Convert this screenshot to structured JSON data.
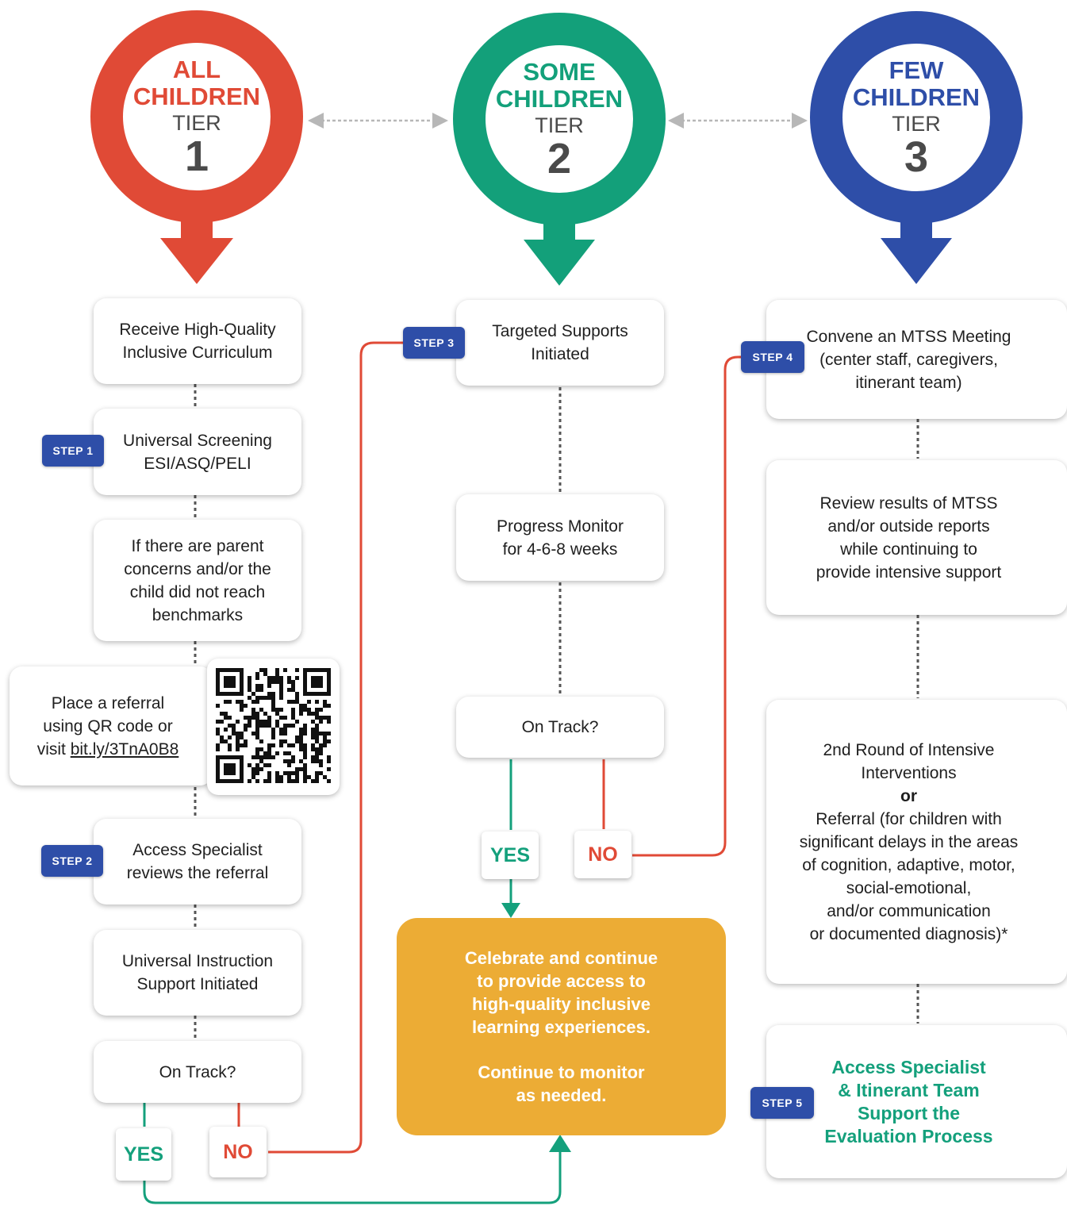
{
  "colors": {
    "tier1": "#e04a36",
    "tier2": "#13a07a",
    "tier3": "#2e4ea8",
    "celebrate": "#ecac35",
    "step_badge": "#2e4ea8"
  },
  "tiers": [
    {
      "line1": "ALL",
      "line2": "CHILDREN",
      "label": "TIER",
      "number": "1"
    },
    {
      "line1": "SOME",
      "line2": "CHILDREN",
      "label": "TIER",
      "number": "2"
    },
    {
      "line1": "FEW",
      "line2": "CHILDREN",
      "label": "TIER",
      "number": "3"
    }
  ],
  "tier1_column": {
    "curriculum": [
      "Receive High-Quality",
      "Inclusive Curriculum"
    ],
    "screening": [
      "Universal Screening",
      "ESI/ASQ/PELI"
    ],
    "concerns": [
      "If there are parent",
      "concerns and/or the",
      "child did not reach",
      "benchmarks"
    ],
    "referral": [
      "Place a referral",
      "using QR code or"
    ],
    "referral_visit": "visit ",
    "referral_link": "bit.ly/3TnA0B8",
    "qr_icon": "qr-code-icon",
    "specialist": [
      "Access Specialist",
      "reviews the referral"
    ],
    "instruction": [
      "Universal Instruction",
      "Support Initiated"
    ],
    "on_track": "On Track?",
    "yes": "YES",
    "no": "NO"
  },
  "tier2_column": {
    "targeted": [
      "Targeted Supports",
      "Initiated"
    ],
    "monitor": [
      "Progress Monitor",
      "for 4-6-8 weeks"
    ],
    "on_track": "On Track?",
    "yes": "YES",
    "no": "NO"
  },
  "tier3_column": {
    "meeting": [
      "Convene an MTSS Meeting",
      "(center staff, caregivers,",
      "itinerant team)"
    ],
    "review": [
      "Review results of MTSS",
      "and/or outside reports",
      "while continuing to",
      "provide intensive support"
    ],
    "second_round": [
      "2nd Round of Intensive",
      "Interventions"
    ],
    "or": "or",
    "referral_detail": [
      "Referral (for children with",
      "significant delays in the areas",
      "of cognition, adaptive, motor,",
      "social-emotional,",
      "and/or communication",
      "or documented diagnosis)*"
    ],
    "evaluation": [
      "Access Specialist",
      "& Itinerant Team",
      "Support the",
      "Evaluation Process"
    ]
  },
  "celebrate": {
    "main": [
      "Celebrate and continue",
      "to provide access to",
      "high-quality inclusive",
      "learning experiences."
    ],
    "monitor": [
      "Continue to monitor",
      "as needed."
    ]
  },
  "steps": {
    "s1": "STEP 1",
    "s2": "STEP 2",
    "s3": "STEP 3",
    "s4": "STEP 4",
    "s5": "STEP 5"
  }
}
